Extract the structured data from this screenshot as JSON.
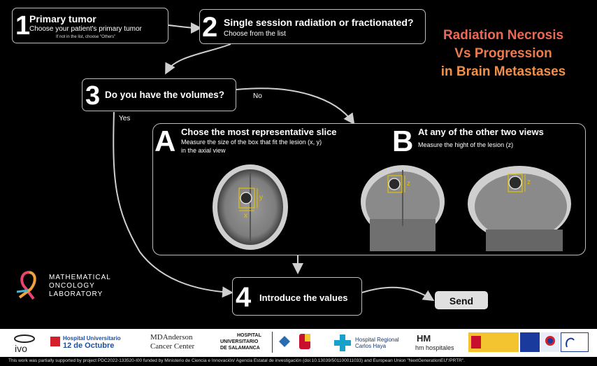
{
  "title": {
    "line1": "Radiation Necrosis",
    "line2": "Vs Progression",
    "line3": "in Brain Metastases"
  },
  "step1": {
    "number": "1",
    "title": "Primary tumor",
    "subtitle": "Choose your patient's primary tumor",
    "note": "If not in the list, choose \"Others\""
  },
  "step2": {
    "number": "2",
    "title": "Single session radiation or fractionated?",
    "subtitle": "Choose from the list"
  },
  "step3": {
    "number": "3",
    "title": "Do you have the volumes?",
    "no_label": "No",
    "yes_label": "Yes"
  },
  "panelA": {
    "letter": "A",
    "title": "Chose the most representative slice",
    "desc1": "Measure the size of the box that fit the lesion (x, y)",
    "desc2": "in the axial view",
    "x_label": "x",
    "y_label": "y"
  },
  "panelB": {
    "letter": "B",
    "title": "At any of the other two views",
    "desc": "Measure the hight of the lesion (z)",
    "z_label": "z"
  },
  "step4": {
    "number": "4",
    "title": "Introduce the values"
  },
  "send_label": "Send",
  "lab_logo": {
    "line1": "MATHEMATICAL",
    "line2": "ONCOLOGY",
    "line3": "LABORATORY"
  },
  "logos": {
    "ivo": "ivo",
    "h12_line1": "Hospital Universitario",
    "h12_line2": "12 de Octubre",
    "mda_line1": "MDAnderson",
    "mda_line2": "Cancer Center",
    "hus_line1": "HOSPITAL",
    "hus_line2": "UNIVERSITARIO",
    "hus_line3": "DE SALAMANCA",
    "hrch_line1": "Hospital Regional",
    "hrch_line2": "Carlos Haya",
    "hm": "hm hospitales"
  },
  "footer_note": "This work was partially supported by project PDC2022-133520-I00 funded by Ministerio de Ciencia e Innovación/ Agencia Estatal de investigación (doi:10.13039/501100011033) and European Union \"NextGenerationEU\"/PRTR\".",
  "colors": {
    "title_gradient_start": "#f3a13b",
    "title_gradient_end": "#e6486f",
    "annotation": "#e5c100"
  }
}
